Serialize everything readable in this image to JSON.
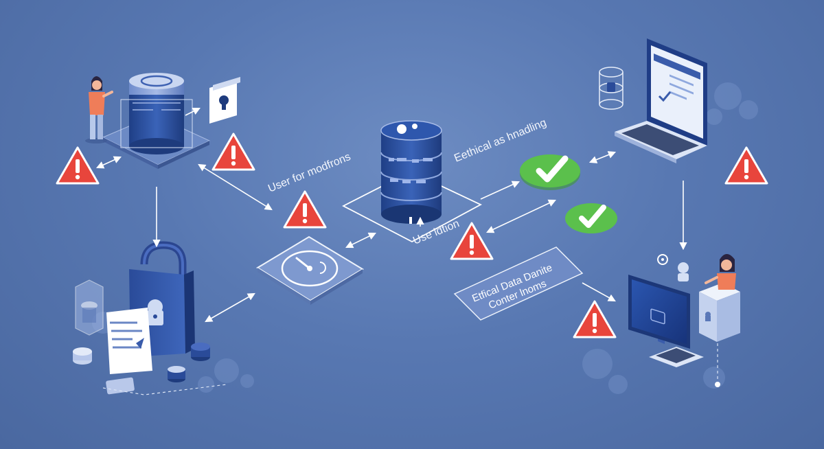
{
  "labels": {
    "user_for_modfrons": "User for modfrons",
    "ethical_handling": "Eethical as hnadling",
    "use_idtion": "Use idtion",
    "ethical_data_line1": "Etfical Data Danite",
    "ethical_data_line2": "Conter lnoms"
  },
  "icons": {
    "warning": "warning-triangle-icon",
    "check": "checkmark-icon",
    "database": "database-server-icon",
    "padlock": "padlock-icon",
    "laptop": "laptop-icon",
    "monitor": "desktop-monitor-icon",
    "gauge": "gauge-dial-icon"
  },
  "colors": {
    "background": "#5878b2",
    "warning_fill": "#e8453c",
    "check_fill": "#57b848",
    "server_blue": "#2d4f9a",
    "panel": "#8ea6d4"
  }
}
